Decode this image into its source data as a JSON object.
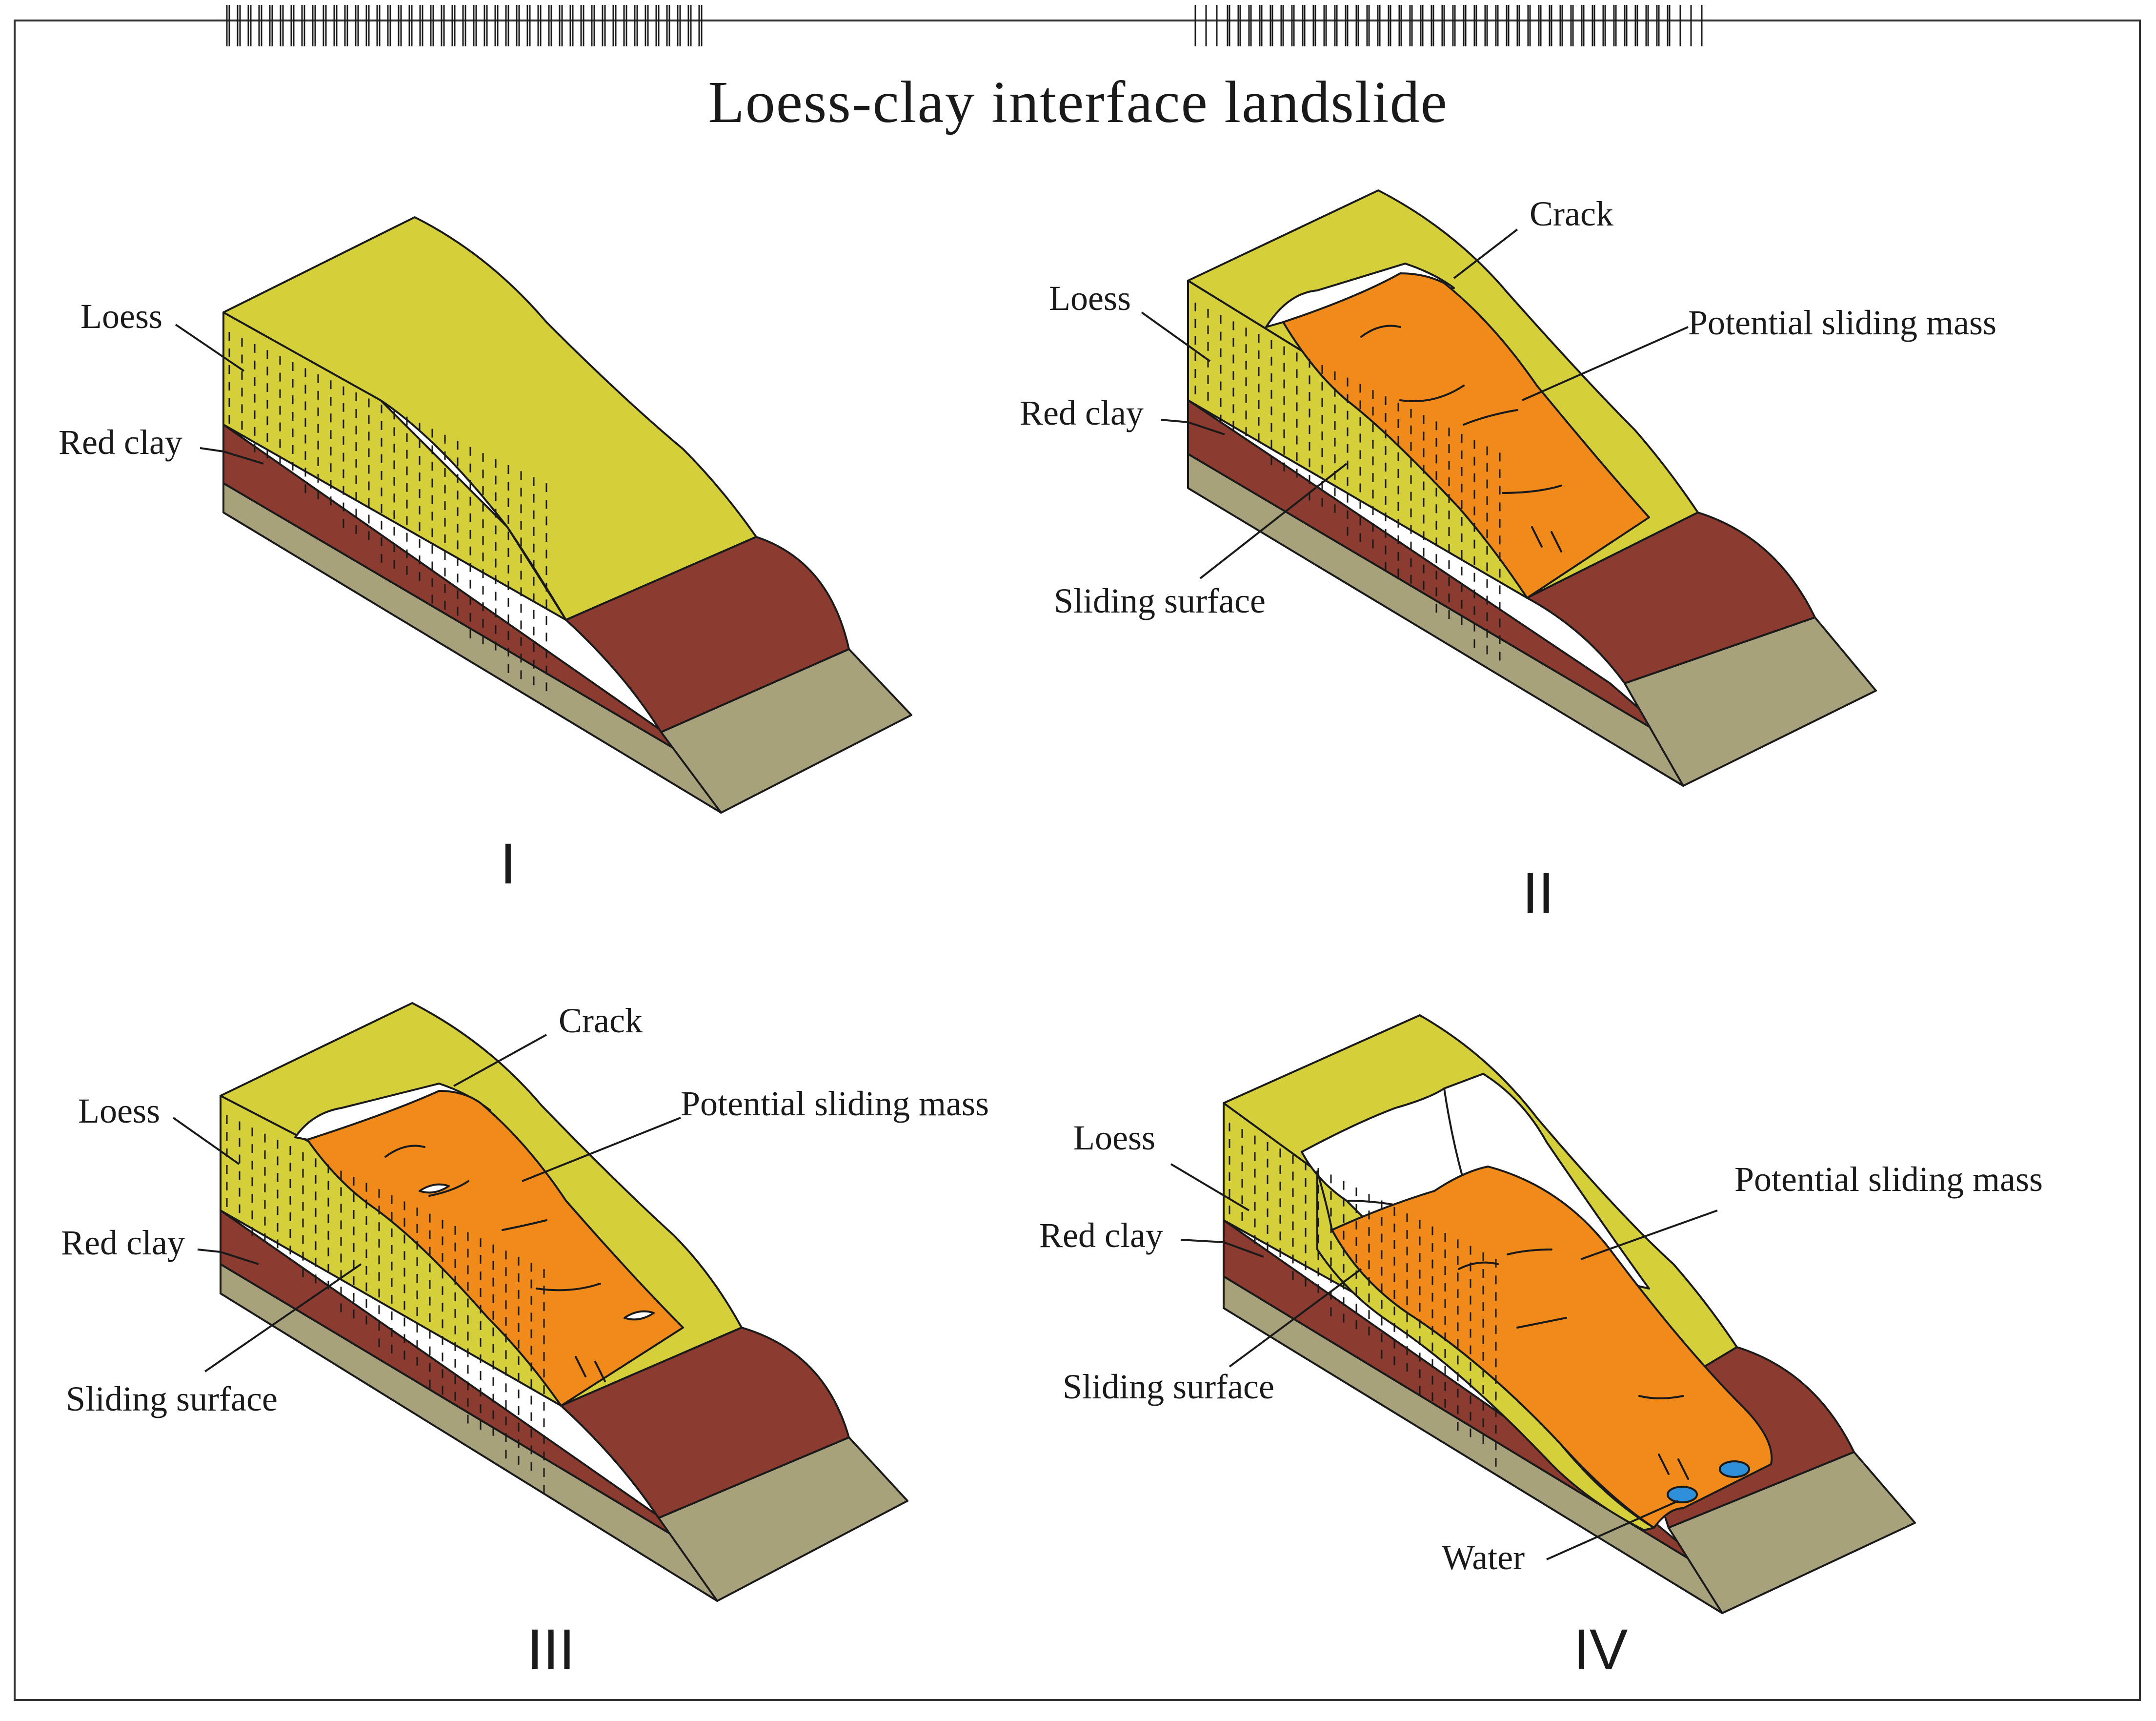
{
  "title": "Loess-clay interface landslide",
  "colors": {
    "loess": "#d4cf3a",
    "red_clay": "#8b3b2f",
    "bedrock": "#a8a27c",
    "sliding_mass": "#f08a1b",
    "water": "#2f8fd8",
    "outline": "#1a1a1a"
  },
  "panels": [
    {
      "numeral": "I",
      "labels": {
        "loess": "Loess",
        "red_clay": "Red clay"
      }
    },
    {
      "numeral": "II",
      "labels": {
        "loess": "Loess",
        "red_clay": "Red clay",
        "crack": "Crack",
        "sliding_mass": "Potential sliding mass",
        "sliding_surface": "Sliding surface"
      }
    },
    {
      "numeral": "III",
      "labels": {
        "loess": "Loess",
        "red_clay": "Red clay",
        "crack": "Crack",
        "sliding_mass": "Potential sliding mass",
        "sliding_surface": "Sliding surface"
      }
    },
    {
      "numeral": "IV",
      "labels": {
        "loess": "Loess",
        "red_clay": "Red clay",
        "sliding_mass": "Potential sliding mass",
        "sliding_surface": "Sliding surface",
        "water": "Water"
      }
    }
  ]
}
